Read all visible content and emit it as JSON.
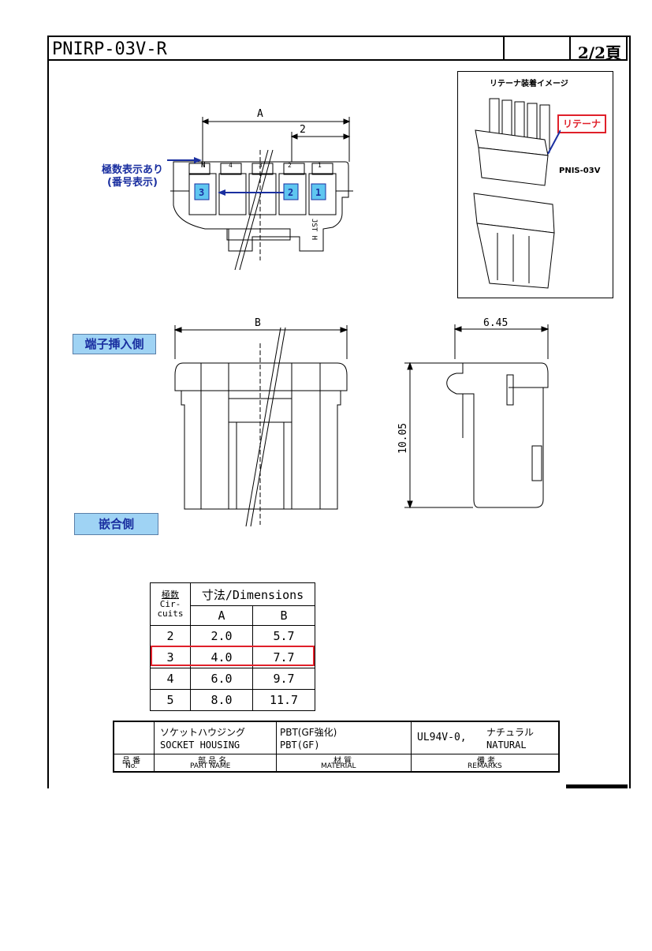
{
  "header": {
    "part_number": "PNIRP-03V-R",
    "page": "2/2頁"
  },
  "drawing": {
    "dim_a_label": "A",
    "dim_2_label": "2",
    "dim_b_label": "B",
    "dim_width": "6.45",
    "dim_height": "10.05",
    "polarity_note_line1": "極数表示あり",
    "polarity_note_line2": "(番号表示)",
    "cavity_numbers": [
      "3",
      "2",
      "1"
    ],
    "top_marks": [
      "N",
      "4",
      "3",
      "2",
      "1"
    ],
    "stamp": "JST H",
    "insertion_side": "端子挿入側",
    "mating_side": "嵌合側"
  },
  "retainer_image": {
    "title": "リテーナ装着イメージ",
    "retainer_label": "リテーナ",
    "housing_label": "PNIS-03V"
  },
  "dimension_table": {
    "col_circuits_jp": "極数",
    "col_circuits_en_1": "Cir-",
    "col_circuits_en_2": "cuits",
    "col_dimensions": "寸法/Dimensions",
    "col_a": "A",
    "col_b": "B",
    "rows": [
      {
        "circuits": "2",
        "a": "2.0",
        "b": "5.7"
      },
      {
        "circuits": "3",
        "a": "4.0",
        "b": "7.7"
      },
      {
        "circuits": "4",
        "a": "6.0",
        "b": "9.7"
      },
      {
        "circuits": "5",
        "a": "8.0",
        "b": "11.7"
      }
    ],
    "highlighted_row": "3"
  },
  "parts_table": {
    "part_name_jp": "ソケットハウジング",
    "part_name_en": "SOCKET HOUSING",
    "material_jp": "PBT(GF強化)",
    "material_en": "PBT(GF)",
    "rating": "UL94V-0,",
    "remarks_jp": "ナチュラル",
    "remarks_en": "NATURAL",
    "hdr_no_jp": "品 番",
    "hdr_no_en": "No.",
    "hdr_name_jp": "部 品 名",
    "hdr_name_en": "PART NAME",
    "hdr_material_jp": "材 質",
    "hdr_material_en": "MATERIAL",
    "hdr_remarks_jp": "備 考",
    "hdr_remarks_en": "REMARKS"
  },
  "colors": {
    "label_fill": "#9fd3f4",
    "label_text": "#1a2fa0",
    "highlight": "#e0202a"
  }
}
